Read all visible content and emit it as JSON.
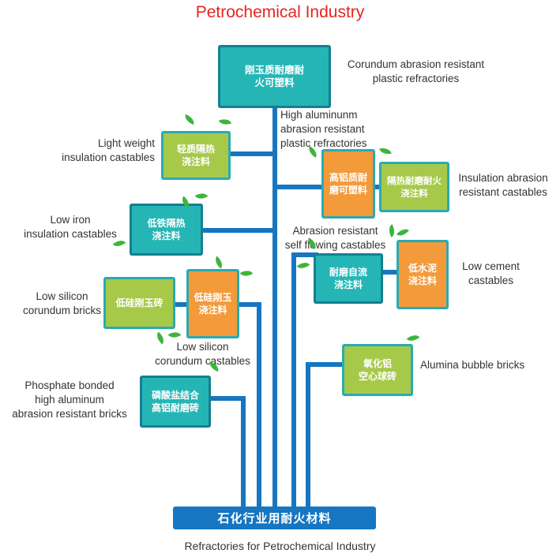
{
  "title": "Petrochemical Industry",
  "footer": "Refractories for Petrochemical Industry",
  "base_label": "石化行业用耐火材料",
  "colors": {
    "title": "#e8231f",
    "teal": "#26b5b5",
    "green": "#a6c94a",
    "orange": "#f39a3a",
    "trunk": "#1676c1"
  },
  "nodes": {
    "corundum": {
      "cn": "刚玉质耐磨耐\n火可塑料",
      "en": "Corundum abrasion resistant\nplastic refractories"
    },
    "light_weight": {
      "cn": "轻质隔热\n浇注料",
      "en": "Light weight\ninsulation castables"
    },
    "high_aluminum": {
      "cn": "高铝质耐\n磨可塑料",
      "en": "High aluminunm\nabrasion resistant\nplastic refractories"
    },
    "insulation_abrasion": {
      "cn": "隔热耐磨耐火\n浇注料",
      "en": "Insulation abrasion\nresistant castables"
    },
    "low_iron": {
      "cn": "低铁隔热\n浇注料",
      "en": "Low iron\ninsulation castables"
    },
    "abrasion_self_flowing": {
      "cn": "耐磨自流\n浇注料",
      "en": "Abrasion resistant\nself flowing castables"
    },
    "low_cement": {
      "cn": "低水泥\n浇注料",
      "en": "Low cement\ncastables"
    },
    "low_silicon_bricks": {
      "cn": "低硅刚玉砖",
      "en": "Low silicon\ncorundum bricks"
    },
    "low_silicon_castables": {
      "cn": "低硅刚玉\n浇注料",
      "en": "Low silicon\ncorundum castables"
    },
    "alumina_bubble": {
      "cn": "氧化铝\n空心球砖",
      "en": "Alumina bubble bricks"
    },
    "phosphate": {
      "cn": "磷酸盐结合\n高铝耐磨砖",
      "en": "Phosphate bonded\nhigh aluminum\nabrasion resistant bricks"
    }
  }
}
